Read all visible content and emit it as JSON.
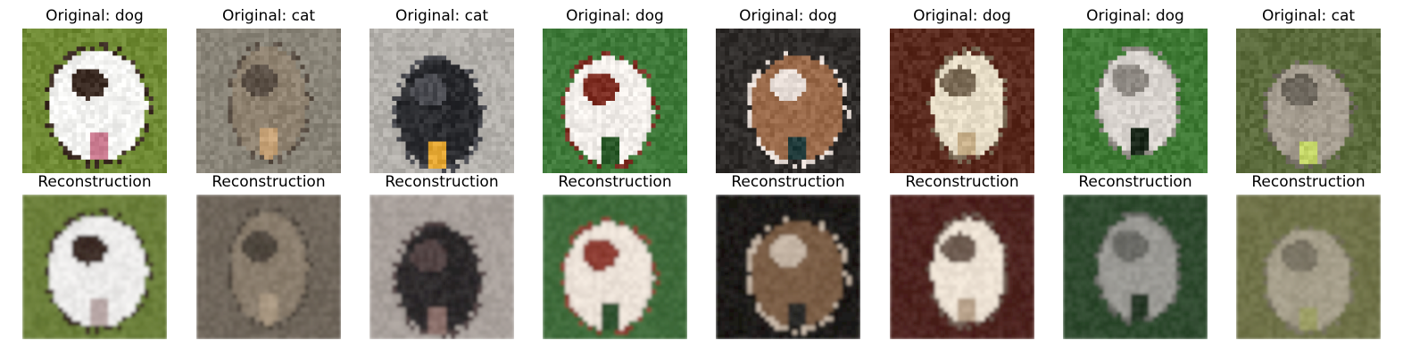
{
  "figure": {
    "panels": [
      {
        "original_caption": "Original: dog",
        "reconstruction_caption": "Reconstruction",
        "original_image": {
          "subject": "white and dark brown fluffy small dog",
          "background": "#6f8a34",
          "body": "#f3f3f1",
          "patch": "#3b2b23",
          "accent": "#c97a8f"
        },
        "reconstruction_image": {
          "subject": "white and dark brown fluffy small dog",
          "background": "#6b7f3a",
          "body": "#ecebea",
          "patch": "#3c2c26",
          "accent": "#b8a7a6"
        }
      },
      {
        "original_caption": "Original: cat",
        "reconstruction_caption": "Reconstruction",
        "original_image": {
          "subject": "curled tabby cat from above",
          "background": "#8a8579",
          "body": "#8f8270",
          "patch": "#5a4f45",
          "accent": "#c6a277"
        },
        "reconstruction_image": {
          "subject": "curled tabby cat from above",
          "background": "#6f665b",
          "body": "#8a7d6d",
          "patch": "#4e463d",
          "accent": "#a99882"
        }
      },
      {
        "original_caption": "Original: cat",
        "reconstruction_caption": "Reconstruction",
        "original_image": {
          "subject": "black kitten on shelf",
          "background": "#b3b0ab",
          "body": "#2a2b2f",
          "patch": "#4b4c52",
          "accent": "#e2a532"
        },
        "reconstruction_image": {
          "subject": "black kitten on shelf",
          "background": "#a8a09b",
          "body": "#2d2a2b",
          "patch": "#534444",
          "accent": "#8a6f6a"
        }
      },
      {
        "original_caption": "Original: dog",
        "reconstruction_caption": "Reconstruction",
        "original_image": {
          "subject": "white and red-brown spaniel on grass",
          "background": "#3f7a3a",
          "body": "#f2eeea",
          "patch": "#7d2d22",
          "accent": "#2b5a2a"
        },
        "reconstruction_image": {
          "subject": "white and red-brown spaniel on grass",
          "background": "#3f6b3b",
          "body": "#ece2d8",
          "patch": "#8e3d33",
          "accent": "#2f5230"
        }
      },
      {
        "original_caption": "Original: dog",
        "reconstruction_caption": "Reconstruction",
        "original_image": {
          "subject": "small tan dog with large ears, dark background",
          "background": "#2f2c2a",
          "body": "#9a6a4a",
          "patch": "#e6dcd6",
          "accent": "#1f3a3a"
        },
        "reconstruction_image": {
          "subject": "small tan dog with large ears, dark background",
          "background": "#1c1a18",
          "body": "#7a5d45",
          "patch": "#c4b4a4",
          "accent": "#2a2a28"
        }
      },
      {
        "original_caption": "Original: dog",
        "reconstruction_caption": "Reconstruction",
        "original_image": {
          "subject": "pale dog with pointed ears",
          "background": "#5a2a1e",
          "body": "#e7ddc7",
          "patch": "#7a6a55",
          "accent": "#c8b08a"
        },
        "reconstruction_image": {
          "subject": "pale dog with pointed ears",
          "background": "#4e2420",
          "body": "#ede2d4",
          "patch": "#6f5d52",
          "accent": "#b9a38c"
        }
      },
      {
        "original_caption": "Original: dog",
        "reconstruction_caption": "Reconstruction",
        "original_image": {
          "subject": "light grey long-haired dog on lawn",
          "background": "#3f7a35",
          "body": "#d9d4cf",
          "patch": "#8f8a84",
          "accent": "#1c2a1c"
        },
        "reconstruction_image": {
          "subject": "light grey long-haired dog on lawn",
          "background": "#2f4a2f",
          "body": "#9b9a95",
          "patch": "#6b6b66",
          "accent": "#283828"
        }
      },
      {
        "original_caption": "Original: cat",
        "reconstruction_caption": "Reconstruction",
        "original_image": {
          "subject": "grey tabby cat among green leaves",
          "background": "#5b6b3c",
          "body": "#a49c8f",
          "patch": "#6d675d",
          "accent": "#c6d86a"
        },
        "reconstruction_image": {
          "subject": "grey tabby cat among green leaves",
          "background": "#6f7248",
          "body": "#a59e8a",
          "patch": "#7a7464",
          "accent": "#9ea067"
        }
      }
    ]
  }
}
